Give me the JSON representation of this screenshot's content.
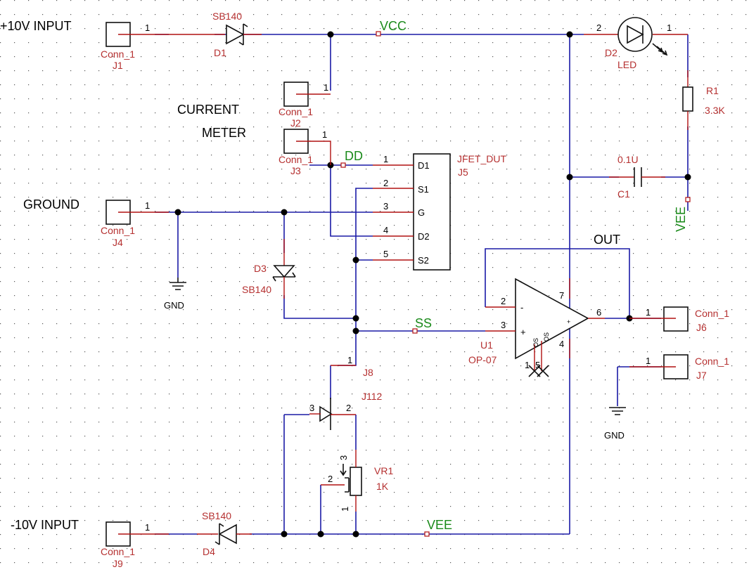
{
  "labels": {
    "plus10": "+10V INPUT",
    "minus10": "-10V INPUT",
    "current": "CURRENT",
    "meter": "METER",
    "ground": "GROUND",
    "out": "OUT"
  },
  "nets": {
    "vcc": "VCC",
    "vee_top": "VEE",
    "vee_bottom": "VEE",
    "dd": "DD",
    "ss": "SS"
  },
  "components": {
    "j1": {
      "value": "Conn_1",
      "ref": "J1",
      "pin": "1"
    },
    "j2": {
      "value": "Conn_1",
      "ref": "J2",
      "pin": "1"
    },
    "j3": {
      "value": "Conn_1",
      "ref": "J3",
      "pin": "1"
    },
    "j4": {
      "value": "Conn_1",
      "ref": "J4",
      "pin": "1"
    },
    "j6": {
      "value": "Conn_1",
      "ref": "J6",
      "pin": "1"
    },
    "j7": {
      "value": "Conn_1",
      "ref": "J7",
      "pin": "1"
    },
    "j9": {
      "value": "Conn_1",
      "ref": "J9",
      "pin": "1"
    },
    "d1": {
      "value": "SB140",
      "ref": "D1"
    },
    "d2": {
      "value": "LED",
      "ref": "D2",
      "pin_a": "2",
      "pin_k": "1"
    },
    "d3": {
      "value": "SB140",
      "ref": "D3"
    },
    "d4": {
      "value": "SB140",
      "ref": "D4"
    },
    "r1": {
      "ref": "R1",
      "value": "3.3K"
    },
    "c1": {
      "ref": "C1",
      "value": "0.1U"
    },
    "j5": {
      "value": "JFET_DUT",
      "ref": "J5",
      "pins": [
        {
          "num": "1",
          "name": "D1"
        },
        {
          "num": "2",
          "name": "S1"
        },
        {
          "num": "3",
          "name": "G"
        },
        {
          "num": "4",
          "name": "D2"
        },
        {
          "num": "5",
          "name": "S2"
        }
      ]
    },
    "u1": {
      "ref": "U1",
      "value": "OP-07",
      "pin2": "2",
      "pin3": "3",
      "pin6": "6",
      "pin7": "7",
      "pin4": "4",
      "pin1": "1",
      "pin5": "5",
      "os": "OS",
      "minus": "-",
      "plus": "+"
    },
    "j8": {
      "ref": "J8",
      "value": "J112",
      "pin1": "1",
      "pin2": "2",
      "pin3": "3"
    },
    "vr1": {
      "ref": "VR1",
      "value": "1K",
      "pin1": "1",
      "pin2": "2",
      "pin3": "3"
    },
    "gnd1": {
      "label": "GND"
    },
    "gnd2": {
      "label": "GND"
    }
  }
}
